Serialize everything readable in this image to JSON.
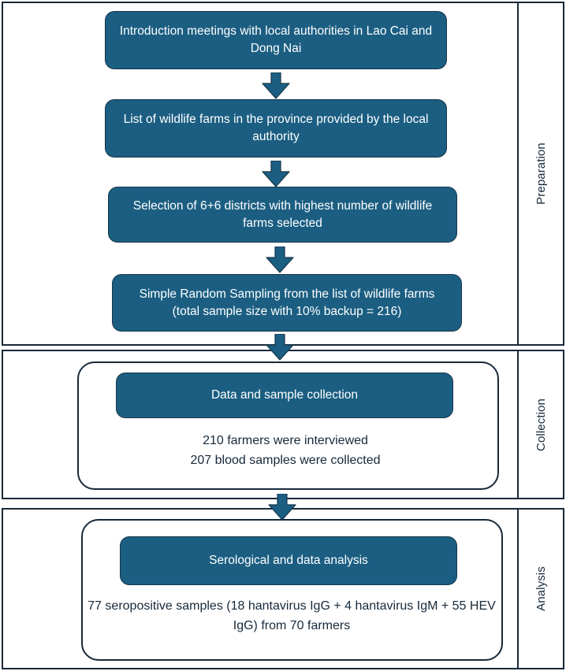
{
  "diagram": {
    "title": "Study workflow flowchart",
    "colors": {
      "box_fill": "#1b5e82",
      "box_text": "#ffffff",
      "border": "#17293a",
      "arrow_fill": "#1b5e82",
      "background": "#ffffff"
    }
  },
  "sections": [
    {
      "id": "preparation",
      "label": "Preparation"
    },
    {
      "id": "collection",
      "label": "Collection"
    },
    {
      "id": "analysis",
      "label": "Analysis"
    }
  ],
  "nodes": {
    "intro": "Introduction meetings with local authorities in Lao Cai and Dong Nai",
    "list": "List of wildlife farms in the province provided by the local authority",
    "selection": "Selection of 6+6 districts with highest number of wildlife farms selected",
    "sampling": "Simple Random Sampling from the list of wildlife farms (total sample size with 10% backup = 216)",
    "collection": "Data and sample collection",
    "analysis": "Serological and data analysis"
  },
  "captions": {
    "collection_line_1": "210 farmers were interviewed",
    "collection_line_2": "207 blood samples were collected",
    "analysis_text": "77 seropositive samples (18 hantavirus IgG + 4 hantavirus IgM + 55 HEV IgG) from 70 farmers"
  },
  "arrows": [
    {
      "id": "arrow-1",
      "from": "intro",
      "to": "list",
      "direction": "down"
    },
    {
      "id": "arrow-2",
      "from": "list",
      "to": "selection",
      "direction": "down"
    },
    {
      "id": "arrow-3",
      "from": "selection",
      "to": "sampling",
      "direction": "down"
    },
    {
      "id": "arrow-4",
      "from": "sampling",
      "to": "collection",
      "direction": "down"
    },
    {
      "id": "arrow-5",
      "from": "collection",
      "to": "analysis",
      "direction": "down"
    }
  ]
}
